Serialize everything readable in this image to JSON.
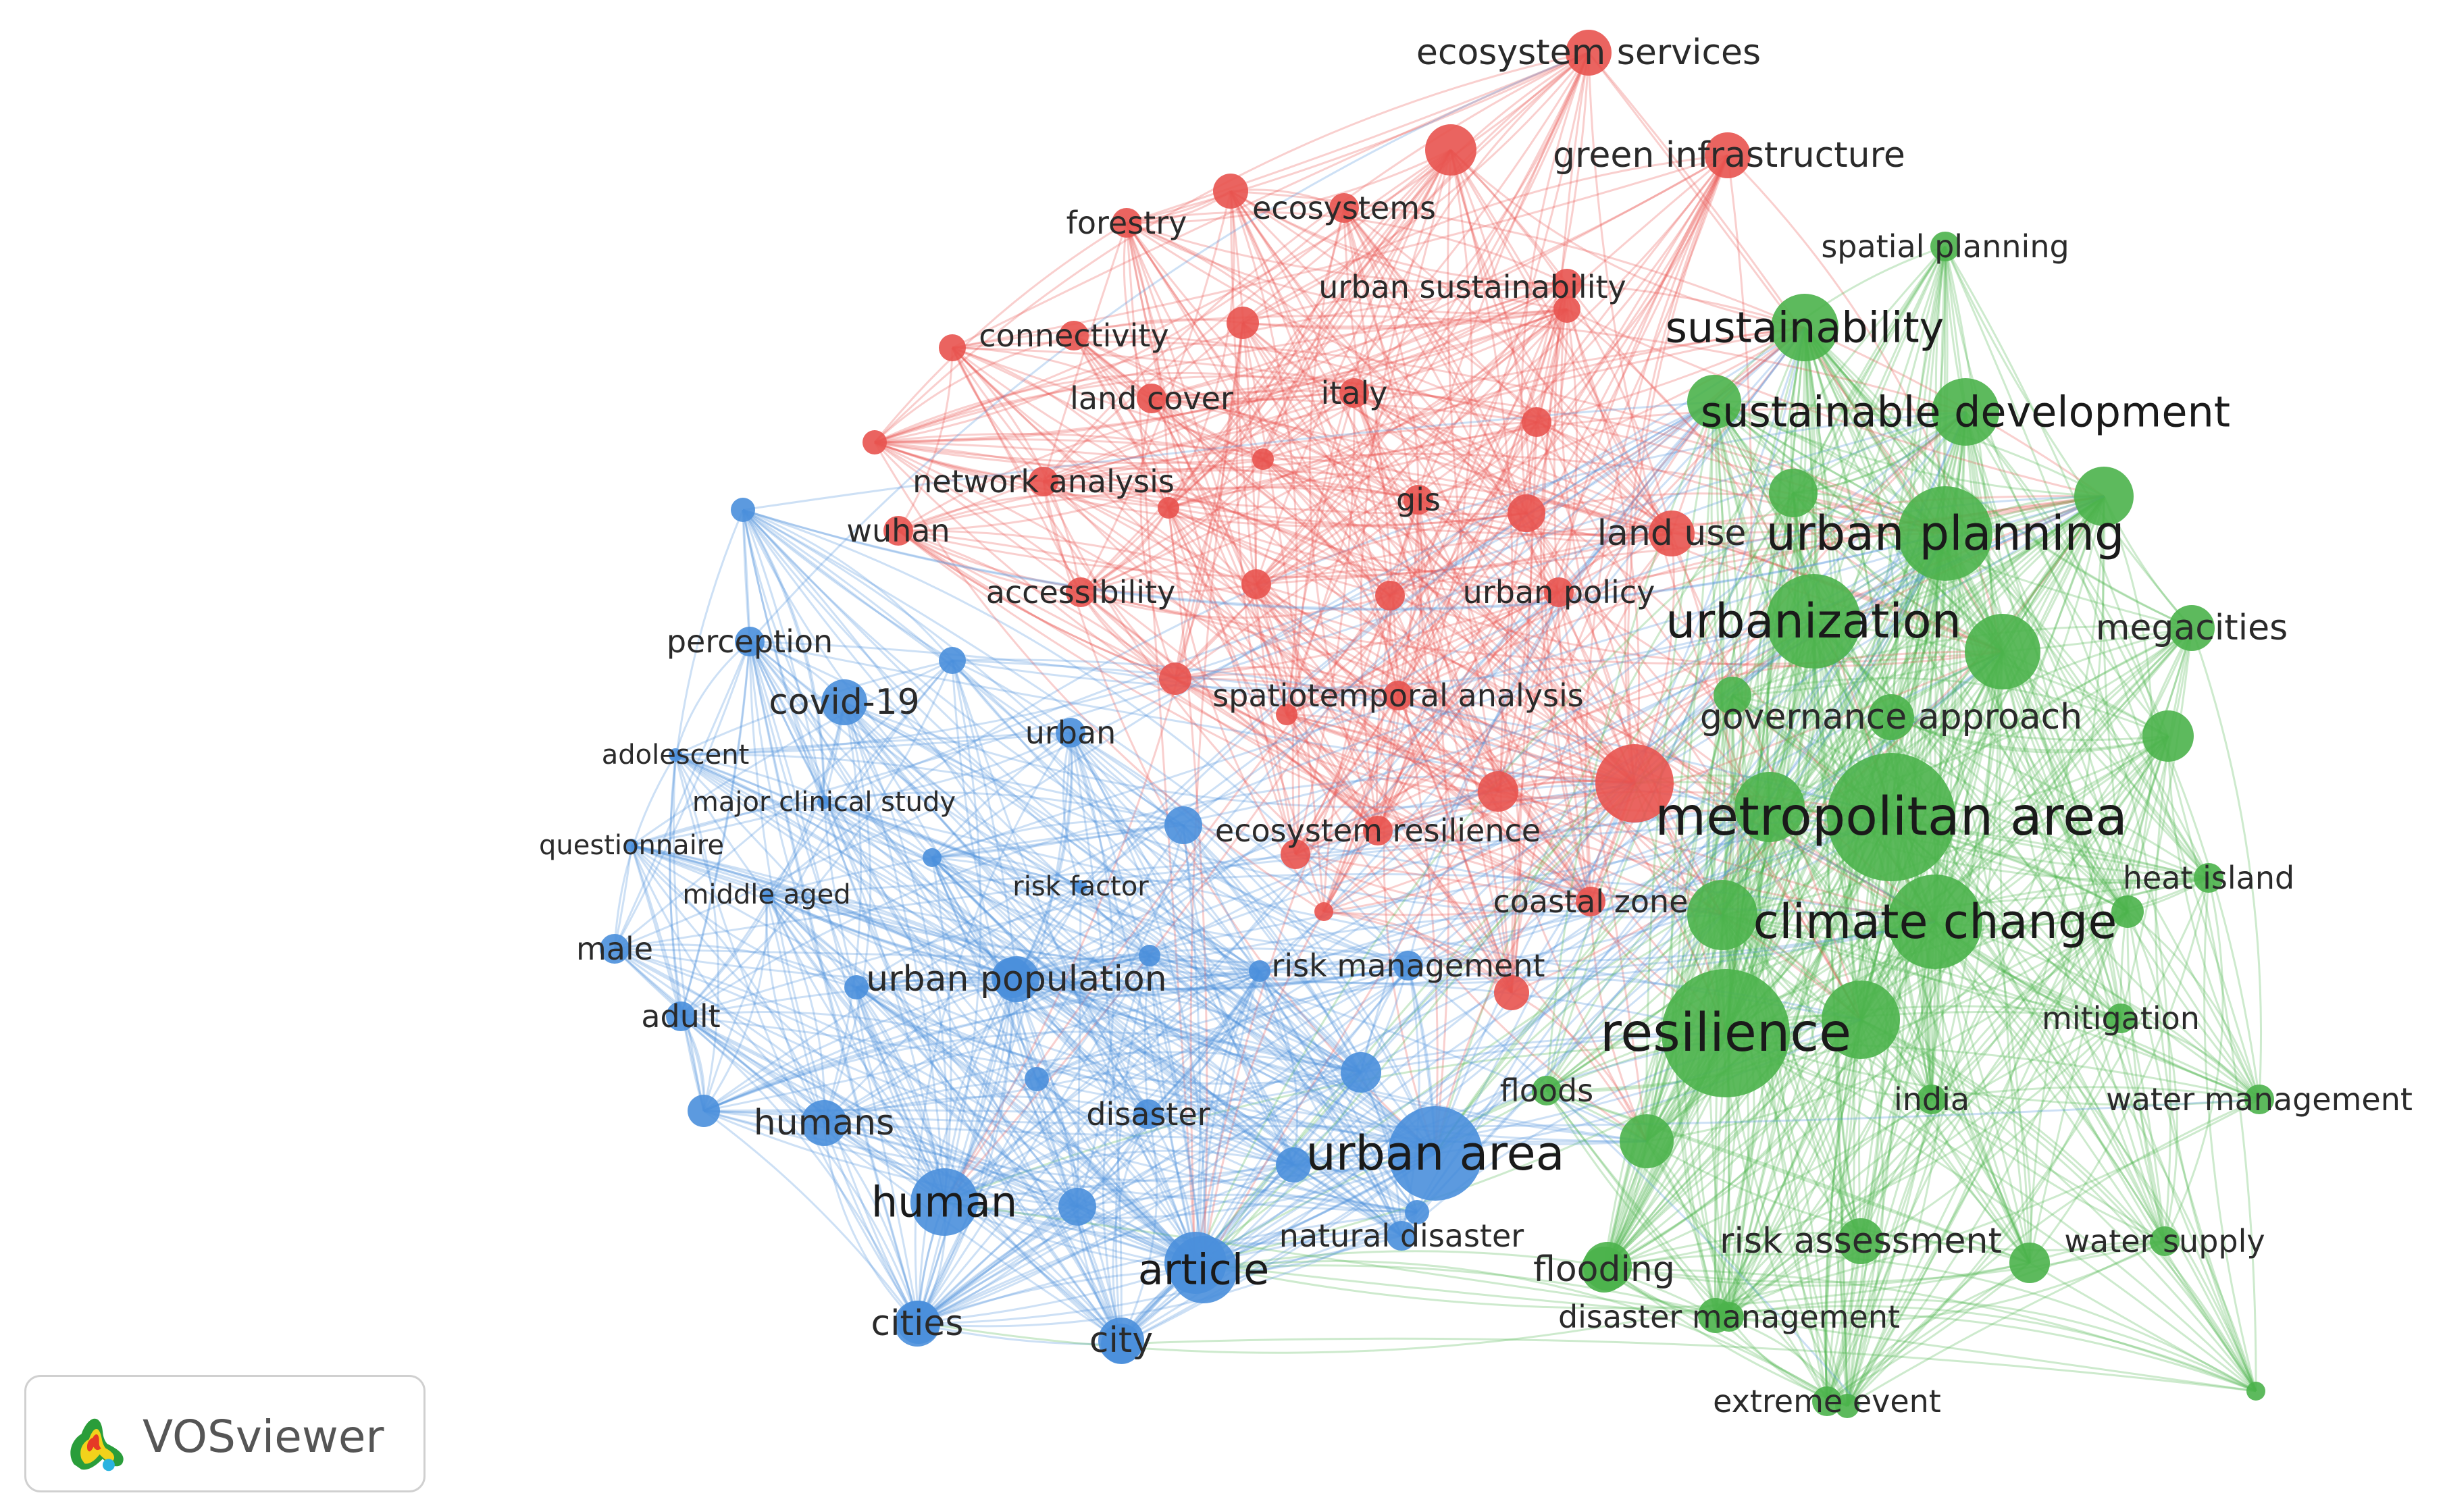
{
  "app": {
    "name": "VOSviewer"
  },
  "clusters": {
    "red": "#e8534f",
    "green": "#4bb34b",
    "blue": "#4a8fdc"
  },
  "nodes": [
    {
      "id": "ecosystem services",
      "c": "red",
      "s": 3
    },
    {
      "id": "green infrastructure",
      "c": "red",
      "s": 3
    },
    {
      "id": "ecosystems",
      "c": "red",
      "s": 2
    },
    {
      "id": "forestry",
      "c": "red",
      "s": 2
    },
    {
      "id": "urban sustainability",
      "c": "red",
      "s": 2
    },
    {
      "id": "connectivity",
      "c": "red",
      "s": 2
    },
    {
      "id": "land cover",
      "c": "red",
      "s": 2
    },
    {
      "id": "italy",
      "c": "red",
      "s": 2
    },
    {
      "id": "network analysis",
      "c": "red",
      "s": 2
    },
    {
      "id": "gis",
      "c": "red",
      "s": 2
    },
    {
      "id": "wuhan",
      "c": "red",
      "s": 2
    },
    {
      "id": "land use",
      "c": "red",
      "s": 3
    },
    {
      "id": "accessibility",
      "c": "red",
      "s": 2
    },
    {
      "id": "urban policy",
      "c": "red",
      "s": 2
    },
    {
      "id": "spatiotemporal analysis",
      "c": "red",
      "s": 2
    },
    {
      "id": "ecosystem resilience",
      "c": "red",
      "s": 2
    },
    {
      "id": "coastal zone",
      "c": "red",
      "s": 2
    },
    {
      "id": "spatial planning",
      "c": "green",
      "s": 2
    },
    {
      "id": "sustainability",
      "c": "green",
      "s": 4
    },
    {
      "id": "sustainable development",
      "c": "green",
      "s": 4
    },
    {
      "id": "urban planning",
      "c": "green",
      "s": 5
    },
    {
      "id": "urbanization",
      "c": "green",
      "s": 5
    },
    {
      "id": "megacities",
      "c": "green",
      "s": 3
    },
    {
      "id": "governance approach",
      "c": "green",
      "s": 3
    },
    {
      "id": "metropolitan area",
      "c": "green",
      "s": 6
    },
    {
      "id": "heat island",
      "c": "green",
      "s": 2
    },
    {
      "id": "climate change",
      "c": "green",
      "s": 5
    },
    {
      "id": "mitigation",
      "c": "green",
      "s": 2
    },
    {
      "id": "resilience",
      "c": "green",
      "s": 6
    },
    {
      "id": "floods",
      "c": "green",
      "s": 2
    },
    {
      "id": "india",
      "c": "green",
      "s": 2
    },
    {
      "id": "water management",
      "c": "green",
      "s": 2
    },
    {
      "id": "risk assessment",
      "c": "green",
      "s": 3
    },
    {
      "id": "water supply",
      "c": "green",
      "s": 2
    },
    {
      "id": "flooding",
      "c": "green",
      "s": 3
    },
    {
      "id": "disaster management",
      "c": "green",
      "s": 2
    },
    {
      "id": "extreme event",
      "c": "green",
      "s": 2
    },
    {
      "id": "perception",
      "c": "blue",
      "s": 2
    },
    {
      "id": "covid-19",
      "c": "blue",
      "s": 3
    },
    {
      "id": "urban",
      "c": "blue",
      "s": 2
    },
    {
      "id": "adolescent",
      "c": "blue",
      "s": 1
    },
    {
      "id": "major clinical study",
      "c": "blue",
      "s": 1
    },
    {
      "id": "questionnaire",
      "c": "blue",
      "s": 1
    },
    {
      "id": "middle aged",
      "c": "blue",
      "s": 1
    },
    {
      "id": "risk factor",
      "c": "blue",
      "s": 1
    },
    {
      "id": "male",
      "c": "blue",
      "s": 2
    },
    {
      "id": "urban population",
      "c": "blue",
      "s": 3
    },
    {
      "id": "risk management",
      "c": "blue",
      "s": 2
    },
    {
      "id": "adult",
      "c": "blue",
      "s": 2
    },
    {
      "id": "humans",
      "c": "blue",
      "s": 3
    },
    {
      "id": "disaster",
      "c": "blue",
      "s": 2
    },
    {
      "id": "urban area",
      "c": "blue",
      "s": 5
    },
    {
      "id": "human",
      "c": "blue",
      "s": 4
    },
    {
      "id": "natural disaster",
      "c": "blue",
      "s": 2
    },
    {
      "id": "article",
      "c": "blue",
      "s": 4
    },
    {
      "id": "cities",
      "c": "blue",
      "s": 3
    },
    {
      "id": "city",
      "c": "blue",
      "s": 3
    }
  ]
}
